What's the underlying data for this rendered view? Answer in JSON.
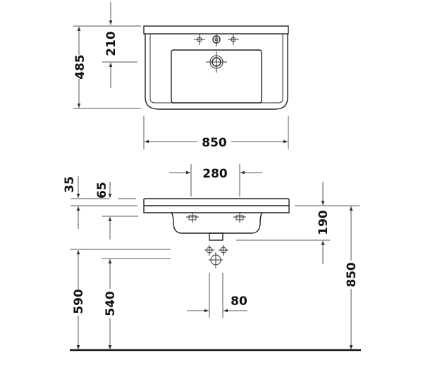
{
  "drawing": {
    "subject": "washbasin dimension drawing",
    "units": "mm",
    "colors": {
      "line": "#222222",
      "dimension": "#555555",
      "background": "#ffffff"
    }
  },
  "top_view": {
    "dimensions": {
      "depth": "485",
      "waste_from_back": "210",
      "width": "850"
    }
  },
  "front_view": {
    "dimensions": {
      "tap_hole_spacing": "280",
      "rim_thickness_top": "35",
      "rim_thickness": "65",
      "bowl_depth": "190",
      "overall_height": "850",
      "supply_height": "590",
      "trap_height": "540",
      "waste_pipe_width": "80"
    }
  }
}
